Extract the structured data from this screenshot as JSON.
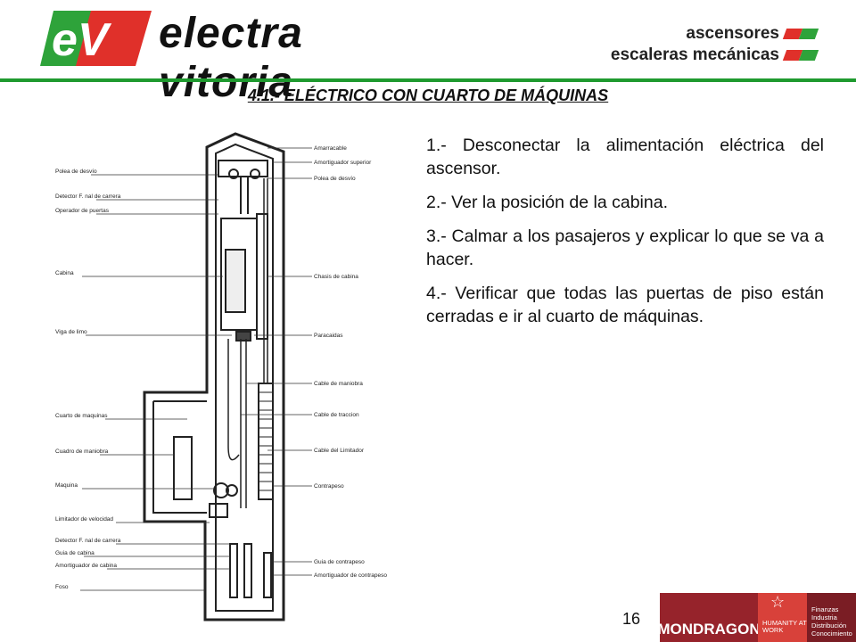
{
  "header": {
    "logo_initials": "eV",
    "logo_text": "electra vitoria",
    "tagline_line1": "ascensores",
    "tagline_line2": "escaleras mecánicas"
  },
  "title": "4.1.- ELÉCTRICO CON CUARTO DE MÁQUINAS",
  "diagram": {
    "left_labels": [
      "Polea de desvío",
      "Detector F. nal de carrera",
      "Operador de puertas",
      "Cabina",
      "Viga de limo",
      "Cuarto de maquinas",
      "Cuadro de maniobra",
      "Maquina",
      "Limitador de velocidad",
      "Detector F. nal de carrera",
      "Guia de cabina",
      "Amortiguador de cabina",
      "Foso"
    ],
    "right_labels": [
      "Amarracable",
      "Amortiguador superior",
      "Polea de desvío",
      "Chasis de cabina",
      "Paracaidas",
      "Cable de maniobra",
      "Cable de traccion",
      "Cable del Limitador",
      "Contrapeso",
      "Guia de contrapeso",
      "Amortiguador de contrapeso"
    ]
  },
  "steps": [
    "1.- Desconectar la alimentación eléctrica del ascensor.",
    "2.- Ver la posición de la cabina.",
    "3.- Calmar a los pasajeros y explicar lo que se va a hacer.",
    "4.- Verificar que todas las puertas de piso están cerradas e ir al cuarto de máquinas."
  ],
  "page_number": "16",
  "footer_badge": {
    "brand": "MONDRAGON",
    "humanity": "HUMANITY AT WORK",
    "divisions": [
      "Finanzas",
      "Industria",
      "Distribución",
      "Conocimiento"
    ],
    "colors": {
      "brand": "#96232b",
      "humanity": "#d8413a",
      "divisions": "#7a1d24"
    }
  },
  "colors": {
    "rule": "#1f9a2f",
    "logo_red": "#e0302a",
    "logo_green": "#2ea33a"
  }
}
